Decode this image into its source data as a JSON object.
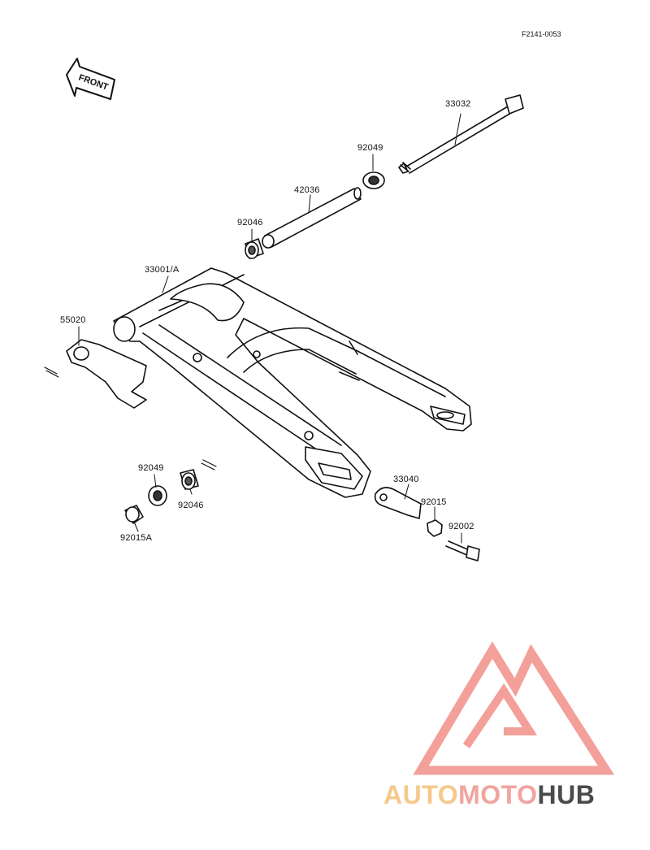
{
  "figure_code": "F2141-0053",
  "front_label": "FRONT",
  "parts": [
    {
      "id": "33032",
      "label": "33032"
    },
    {
      "id": "92049_top",
      "label": "92049"
    },
    {
      "id": "42036",
      "label": "42036"
    },
    {
      "id": "92046_top",
      "label": "92046"
    },
    {
      "id": "33001A",
      "label": "33001/A"
    },
    {
      "id": "55020",
      "label": "55020"
    },
    {
      "id": "92049_bot",
      "label": "92049"
    },
    {
      "id": "92046_bot",
      "label": "92046"
    },
    {
      "id": "92015A",
      "label": "92015A"
    },
    {
      "id": "33040",
      "label": "33040"
    },
    {
      "id": "92015",
      "label": "92015"
    },
    {
      "id": "92002",
      "label": "92002"
    }
  ],
  "watermark": {
    "part1": "AUTO",
    "part2": "MOTO",
    "part3": "HUB",
    "color1": "#f6c88a",
    "color2": "#f1a49f",
    "color3": "#4a4a4a",
    "logo_color": "#f4a09a"
  }
}
